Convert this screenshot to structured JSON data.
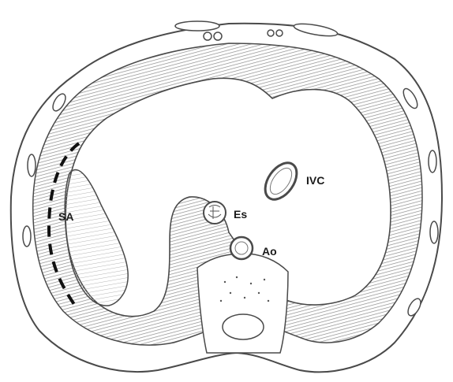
{
  "labels": {
    "splenic_artery": "SA",
    "inferior_vena_cava": "IVC",
    "esophagus": "Es",
    "aorta": "Ao"
  },
  "colors": {
    "outline": "#4a4a4a",
    "hatch": "#8c8c8c",
    "hatch_light": "#b5b5b5",
    "dash": "#111111",
    "background": "#ffffff"
  }
}
